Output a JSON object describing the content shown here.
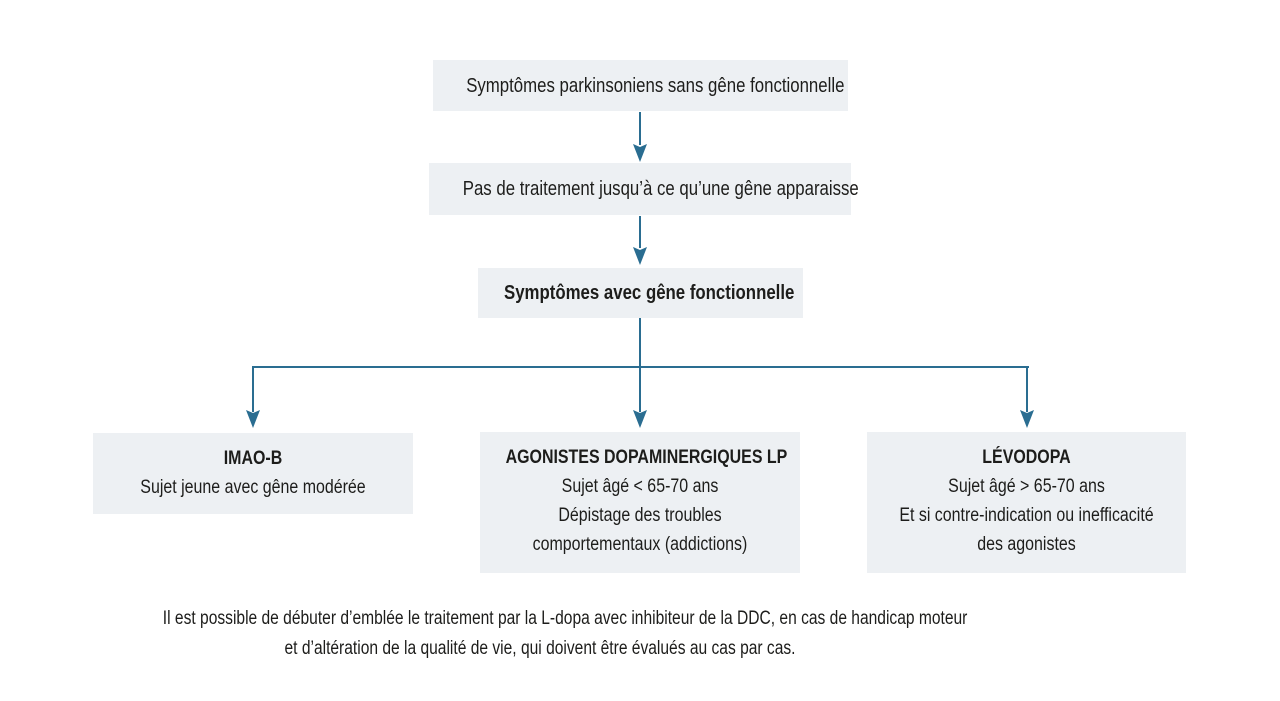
{
  "colors": {
    "box-bg": "#edf0f3",
    "line": "#2a6d91",
    "text": "#1d1d1b"
  },
  "flow": {
    "top_boxes": [
      {
        "text": "Symptômes parkinsoniens sans gêne fonctionnelle",
        "bold": false
      },
      {
        "text": "Pas de traitement jusqu’à ce qu’une gêne apparaisse",
        "bold": false
      },
      {
        "text": "Symptômes avec gêne fonctionnelle",
        "bold": true
      }
    ],
    "leaf_boxes": [
      {
        "title": "IMAO-B",
        "lines": [
          "Sujet jeune avec gêne modérée"
        ]
      },
      {
        "title": "AGONISTES DOPAMINERGIQUES LP",
        "lines": [
          "Sujet âgé < 65-70 ans",
          "Dépistage des troubles",
          "comportementaux (addictions)"
        ]
      },
      {
        "title": "LÉVODOPA",
        "lines": [
          "Sujet âgé > 65-70 ans",
          "Et si contre-indication ou inefficacité",
          "des agonistes"
        ]
      }
    ],
    "footnote_lines": [
      "Il est possible de débuter d’emblée le traitement par la L-dopa avec inhibiteur de la DDC, en cas de handicap moteur",
      "et d’altération de la qualité de vie, qui doivent être évalués au cas par cas."
    ]
  }
}
